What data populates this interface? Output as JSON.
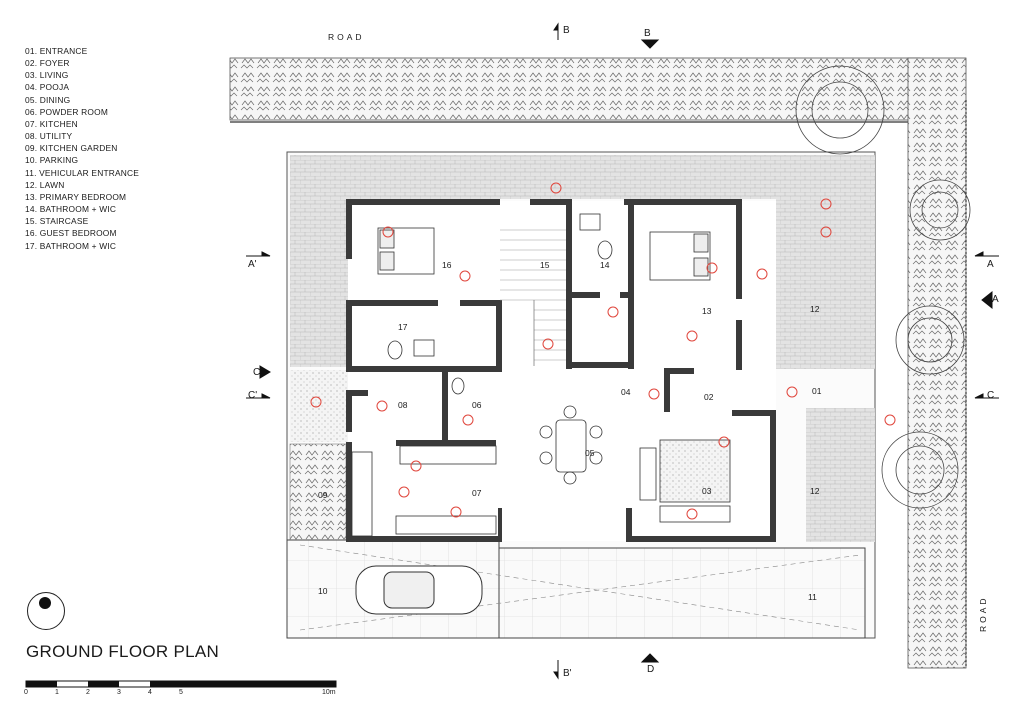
{
  "legend": [
    "01. ENTRANCE",
    "02. FOYER",
    "03. LIVING",
    "04. POOJA",
    "05. DINING",
    "06. POWDER ROOM",
    "07. KITCHEN",
    "08. UTILITY",
    "09. KITCHEN GARDEN",
    "10. PARKING",
    "11. VEHICULAR ENTRANCE",
    "12. LAWN",
    "13. PRIMARY BEDROOM",
    "14. BATHROOM + WIC",
    "15. STAIRCASE",
    "16. GUEST BEDROOM",
    "17. BATHROOM + WIC"
  ],
  "title": "GROUND FLOOR PLAN",
  "road_label": "ROAD",
  "section_markers": {
    "A": "A",
    "A_prime": "A'",
    "B": "B",
    "B_prime": "B'",
    "C": "C",
    "C_prime": "C'",
    "D": "D"
  },
  "room_numbers": {
    "r01": "01",
    "r02": "02",
    "r03": "03",
    "r04": "04",
    "r05": "05",
    "r06": "06",
    "r07": "07",
    "r08": "08",
    "r09": "09",
    "r10": "10",
    "r11": "11",
    "r12a": "12",
    "r12b": "12",
    "r13": "13",
    "r14": "14",
    "r15": "15",
    "r16": "16",
    "r17": "17"
  },
  "scale_labels": [
    "0",
    "1",
    "2",
    "3",
    "4",
    "5",
    "10m"
  ],
  "colors": {
    "wall": "#3a3a3a",
    "furniture_accent": "#e0463c",
    "paving": "#d9d9d9",
    "greenery": "#5a5a5a"
  },
  "icons": {
    "north_arrow": "north-arrow-icon",
    "car": "car-icon"
  }
}
